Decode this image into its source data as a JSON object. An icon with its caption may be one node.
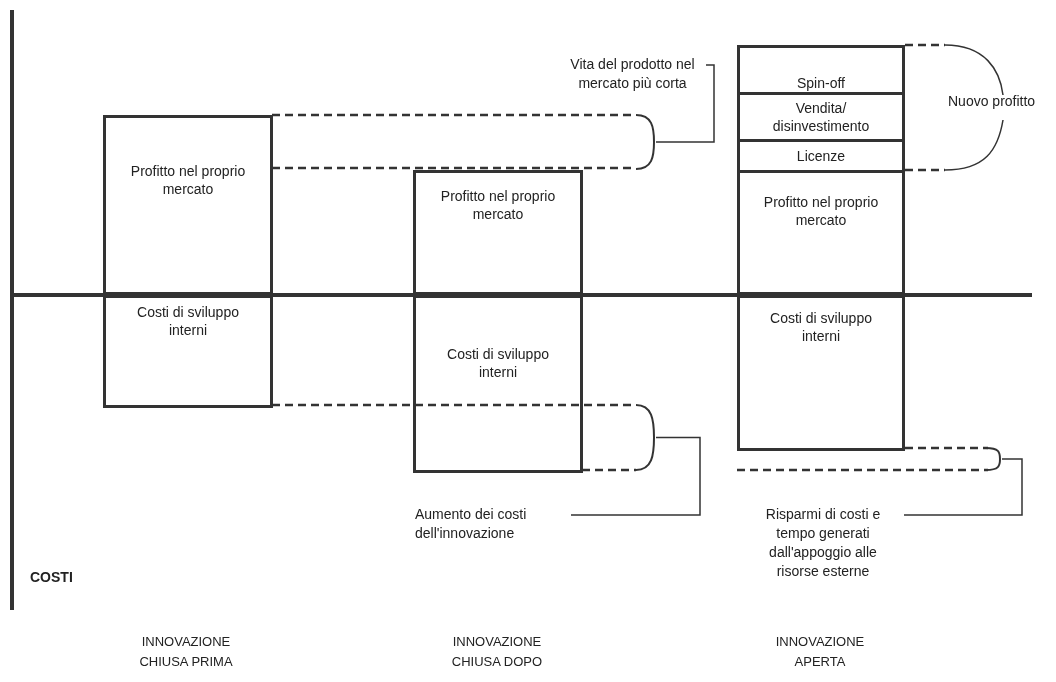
{
  "diagram": {
    "nodes": [
      {
        "text": [
          "Profitto nel proprio mercato"
        ]
      },
      {
        "text": [
          "Costi di sviluppo interni"
        ]
      },
      {
        "text": [
          "Profitto nel proprio mercato"
        ]
      },
      {
        "text": [
          "Costi di sviluppo interni"
        ]
      },
      {
        "text": [
          "Spin-off"
        ]
      },
      {
        "text": [
          "Vendita/ disinvestimento"
        ]
      },
      {
        "text": [
          "Licenze"
        ]
      },
      {
        "text": [
          "Profitto nel proprio mercato"
        ]
      },
      {
        "text": [
          "Costi di sviluppo interni"
        ]
      },
      {
        "text": [],
        "shape": "bracket"
      },
      {
        "text": [
          "Vita del prodotto nel mercato più corta"
        ]
      },
      {
        "text": [],
        "shape": "bracket"
      },
      {
        "text": [
          "Aumento dei costi dell'innovazione"
        ]
      },
      {
        "text": [],
        "shape": "bracket"
      },
      {
        "text": [
          "Risparmi di costi e tempo generati dall'appoggio alle risorse esterne"
        ]
      }
    ],
    "edges": [
      {
        "from": 10,
        "to": 9,
        "arrow": "none"
      },
      {
        "from": 12,
        "to": 11,
        "arrow": "none"
      },
      {
        "from": 14,
        "to": 13,
        "arrow": "none"
      }
    ],
    "labels": [
      "Nuovo profitto",
      "COSTI",
      "INNOVAZIONE CHIUSA PRIMA",
      "INNOVAZIONE CHIUSA DOPO",
      "INNOVAZIONE APERTA"
    ]
  }
}
